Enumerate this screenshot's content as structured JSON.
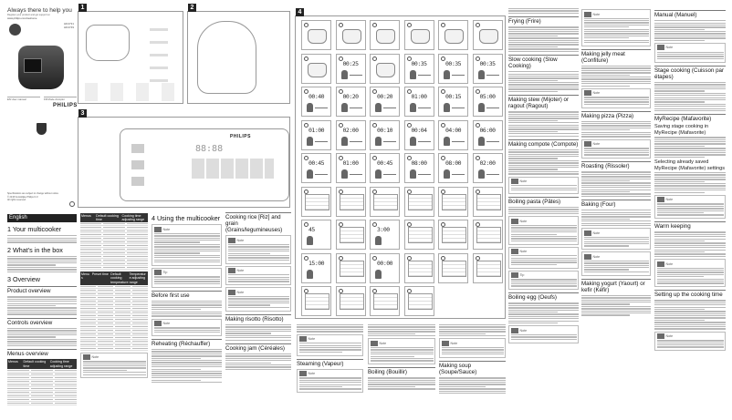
{
  "cover": {
    "title": "Always there to help you",
    "register": "Register your product and get support at",
    "url": "www.philips.com/welcome",
    "models": [
      "HD4731",
      "HD4749"
    ],
    "manual_en": "EN  User manual",
    "manual_fr": "FR  Mode d'emploi",
    "brand": "PHILIPS"
  },
  "legal": {
    "line1": "Specifications are subject to change without notice",
    "line2": "© 2015 Koninklijke Philips N.V.",
    "line3": "All rights reserved."
  },
  "panels": {
    "p1": "1",
    "p2": "2",
    "p3": "3",
    "p4": "4",
    "control_brand": "PHILIPS",
    "display": "88:88"
  },
  "columns": {
    "c1": [
      {
        "t": "lang",
        "text": "English"
      },
      {
        "t": "big",
        "text": "1  Your multicooker"
      },
      {
        "t": "big",
        "text": "2  What's in the box"
      },
      {
        "t": "big",
        "text": "3  Overview"
      },
      {
        "t": "h",
        "text": "Product overview"
      },
      {
        "t": "h",
        "text": "Controls overview"
      },
      {
        "t": "h",
        "text": "Menus overview"
      },
      {
        "t": "table",
        "cols": [
          "Menus",
          "Default cooking time",
          "Cooking time adjusting range"
        ]
      }
    ],
    "c2": [
      {
        "t": "table",
        "cols": [
          "Menus",
          "Default cooking time",
          "Cooking time adjusting range"
        ]
      },
      {
        "t": "table",
        "cols": [
          "Menus",
          "Preset time",
          "Default cooking temperature",
          "Temperature adjusting range"
        ]
      },
      {
        "t": "note",
        "text": "Note"
      }
    ],
    "c3": [
      {
        "t": "big",
        "text": "4  Using the multicooker"
      },
      {
        "t": "note",
        "text": "Note"
      },
      {
        "t": "note",
        "text": "Tip"
      },
      {
        "t": "h",
        "text": "Before first use"
      },
      {
        "t": "note",
        "text": "Note"
      },
      {
        "t": "h",
        "text": "Reheating (Réchauffer)"
      }
    ],
    "c4": [
      {
        "t": "h",
        "text": "Cooking rice [Riz] and grain (Grains/legumineuses)"
      },
      {
        "t": "note",
        "text": "Note"
      },
      {
        "t": "note",
        "text": "Note"
      },
      {
        "t": "note",
        "text": "Note"
      },
      {
        "t": "h",
        "text": "Making risotto (Risotto)"
      },
      {
        "t": "h",
        "text": "Cooking jam (Céréales)"
      }
    ],
    "c5": [
      {
        "t": "p",
        "text": ""
      },
      {
        "t": "note",
        "text": "Note"
      },
      {
        "t": "h",
        "text": "Steaming (Vapeur)"
      },
      {
        "t": "note",
        "text": "Note"
      }
    ],
    "c6": [
      {
        "t": "p",
        "text": ""
      },
      {
        "t": "note",
        "text": "Note"
      },
      {
        "t": "h",
        "text": "Boiling (Bouillir)"
      }
    ],
    "c7": [
      {
        "t": "p",
        "text": ""
      },
      {
        "t": "note",
        "text": "Note"
      },
      {
        "t": "h",
        "text": "Making soup (Soupe/Sauce)"
      }
    ],
    "c8": [
      {
        "t": "p",
        "text": ""
      },
      {
        "t": "h",
        "text": "Frying (Frire)"
      },
      {
        "t": "h",
        "text": "Slow cooking (Slow Cooking)"
      },
      {
        "t": "h",
        "text": "Making stew (Mijoter) or ragout (Ragout)"
      },
      {
        "t": "h",
        "text": "Making compote (Compote)"
      },
      {
        "t": "note",
        "text": "Note"
      },
      {
        "t": "h",
        "text": "Boiling pasta (Pâtes)"
      },
      {
        "t": "note",
        "text": "Note"
      },
      {
        "t": "note",
        "text": "Note"
      },
      {
        "t": "note",
        "text": "Tip"
      },
      {
        "t": "h",
        "text": "Boiling egg (Oeufs)"
      },
      {
        "t": "note",
        "text": "Note"
      }
    ],
    "c9": [
      {
        "t": "note",
        "text": "Note"
      },
      {
        "t": "h",
        "text": "Making jelly meat (Confiture)"
      },
      {
        "t": "note",
        "text": "Note"
      },
      {
        "t": "h",
        "text": "Making pizza (Pizza)"
      },
      {
        "t": "note",
        "text": "Note"
      },
      {
        "t": "h",
        "text": "Roasting (Rissoler)"
      },
      {
        "t": "h",
        "text": "Baking (Four)"
      },
      {
        "t": "note",
        "text": "Note"
      },
      {
        "t": "note",
        "text": "Note"
      },
      {
        "t": "h",
        "text": "Making yogurt (Yaourt) or kefir (Kéfir)"
      }
    ],
    "c10": [
      {
        "t": "h",
        "text": "Manual (Manuel)"
      },
      {
        "t": "note",
        "text": "Note"
      },
      {
        "t": "h",
        "text": "Stage cooking (Cuisson par étapes)"
      },
      {
        "t": "h",
        "text": "MyRecipe (Mafavorite)"
      },
      {
        "t": "h2",
        "text": "Saving stage cooking in MyRecipe (Mafavorite)"
      },
      {
        "t": "h2",
        "text": "Selecting already saved MyRecipe (Mafavorite) settings"
      },
      {
        "t": "note",
        "text": "Note"
      },
      {
        "t": "h",
        "text": "Warm keeping"
      },
      {
        "t": "note",
        "text": "Note"
      },
      {
        "t": "h",
        "text": "Setting up the cooking time"
      },
      {
        "t": "note",
        "text": "Note"
      }
    ]
  },
  "panel4_cells": [
    {
      "kind": "illustration"
    },
    {
      "kind": "illustration"
    },
    {
      "kind": "illustration"
    },
    {
      "kind": "illustration"
    },
    {
      "kind": "illustration"
    },
    {
      "kind": "illustration"
    },
    {
      "kind": "illustration"
    },
    {
      "kind": "timer",
      "time": "00:25"
    },
    {
      "kind": "illustration"
    },
    {
      "kind": "timer",
      "time": "00:35"
    },
    {
      "kind": "timer",
      "time": "00:35"
    },
    {
      "kind": "timer",
      "time": "00:35"
    },
    {
      "kind": "timer",
      "time": "00:40"
    },
    {
      "kind": "timer",
      "time": "00:20"
    },
    {
      "kind": "timer",
      "time": "00:20"
    },
    {
      "kind": "timer",
      "time": "01:00"
    },
    {
      "kind": "timer",
      "time": "00:15"
    },
    {
      "kind": "timer",
      "time": "05:00"
    },
    {
      "kind": "timer",
      "time": "01:00"
    },
    {
      "kind": "timer",
      "time": "02:00"
    },
    {
      "kind": "timer",
      "time": "00:10"
    },
    {
      "kind": "timer",
      "time": "00:04"
    },
    {
      "kind": "timer",
      "time": "04:00"
    },
    {
      "kind": "timer",
      "time": "06:00"
    },
    {
      "kind": "timer",
      "time": "00:45"
    },
    {
      "kind": "timer",
      "time": "01:00"
    },
    {
      "kind": "timer",
      "time": "00:45"
    },
    {
      "kind": "timer",
      "time": "08:00"
    },
    {
      "kind": "timer",
      "time": "08:00"
    },
    {
      "kind": "timer",
      "time": "02:00"
    },
    {
      "kind": "screen"
    },
    {
      "kind": "screen"
    },
    {
      "kind": "screen"
    },
    {
      "kind": "screen"
    },
    {
      "kind": "screen"
    },
    {
      "kind": "screen"
    },
    {
      "kind": "set",
      "time": "45"
    },
    {
      "kind": "screen"
    },
    {
      "kind": "set",
      "time": "3:00"
    },
    {
      "kind": "screen"
    },
    {
      "kind": "screen"
    },
    {
      "kind": "screen"
    },
    {
      "kind": "set",
      "time": "15:00"
    },
    {
      "kind": "screen"
    },
    {
      "kind": "set",
      "time": "00:00"
    },
    {
      "kind": "screen"
    },
    {
      "kind": "screen"
    },
    {
      "kind": "screen"
    },
    {
      "kind": "screen"
    },
    {
      "kind": "screen"
    },
    {
      "kind": "screen"
    },
    {
      "kind": "screen"
    }
  ]
}
